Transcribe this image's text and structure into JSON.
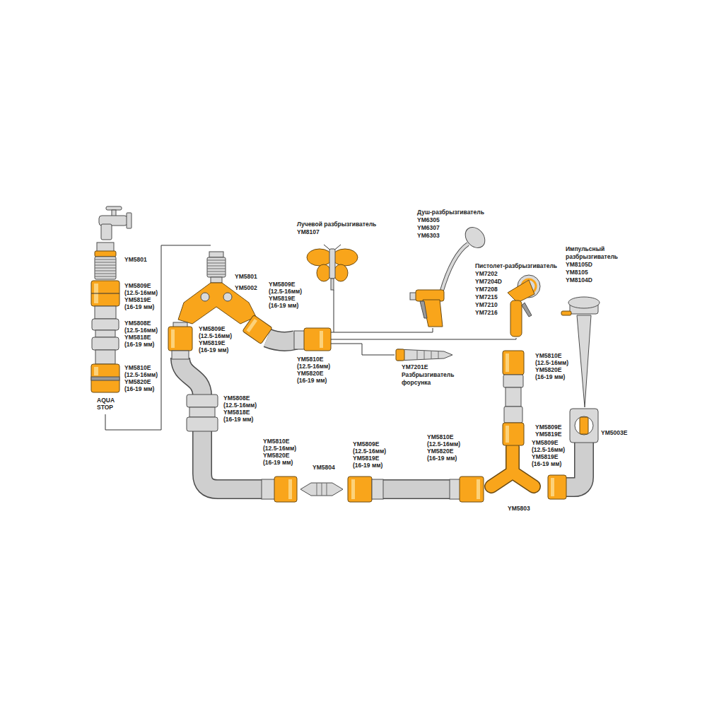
{
  "diagram": {
    "labels": [
      "Лучевой разбрызгиватель",
      "YM8107",
      "Душ-разбрызгиватель",
      "YM6305",
      "YM6307",
      "YM6303",
      "Импульсный",
      "разбрызгиватель",
      "YM8105D",
      "YM8105",
      "YM8104D",
      "YM5801",
      "Пистолет-разбрызгиватель",
      "YM7202",
      "YM7204D",
      "YM7208",
      "YM7215",
      "YM7210",
      "YM7216",
      "YM5801",
      "YM5002",
      "YM5809E",
      "(12.5-16мм)",
      "YM5819E",
      "(16-19 мм)",
      "YM5809E",
      "(12.5-16мм)",
      "YM5819E",
      "(16-19 мм)",
      "YM5808E",
      "(12.5-16мм)",
      "YM5818E",
      "(16-19 мм)",
      "YM5809E",
      "(12.5-16мм)",
      "YM5819E",
      "(16-19 мм)",
      "YM5810E",
      "(12.5-16мм)",
      "YM5820E",
      "(16-19 мм)",
      "YM5810E",
      "(12.5-16мм)",
      "YM5820E",
      "(16-19 мм)",
      "YM7201E",
      "Разбрызгиватель",
      "форсунка",
      "YM5810E",
      "(12.5-16мм)",
      "YM5820E",
      "(16-19 мм)",
      "AQUA",
      "STOP",
      "YM5808E",
      "(12.5-16мм)",
      "YM5818E",
      "(16-19 мм)",
      "YM5809E",
      "YM5819E",
      "YM5003E",
      "YM5810E",
      "(12.5-16мм)",
      "YM5820E",
      "(16-19 мм)",
      "YM5810E",
      "(12.5-16мм)",
      "YM5820E",
      "(16-19 мм)",
      "YM5809E",
      "(12.5-16мм)",
      "YM5819E",
      "(16-19 мм)",
      "YM5809E",
      "(12.5-16мм)",
      "YM5819E",
      "(16-19 мм)",
      "YM5804",
      "YM5803"
    ]
  }
}
